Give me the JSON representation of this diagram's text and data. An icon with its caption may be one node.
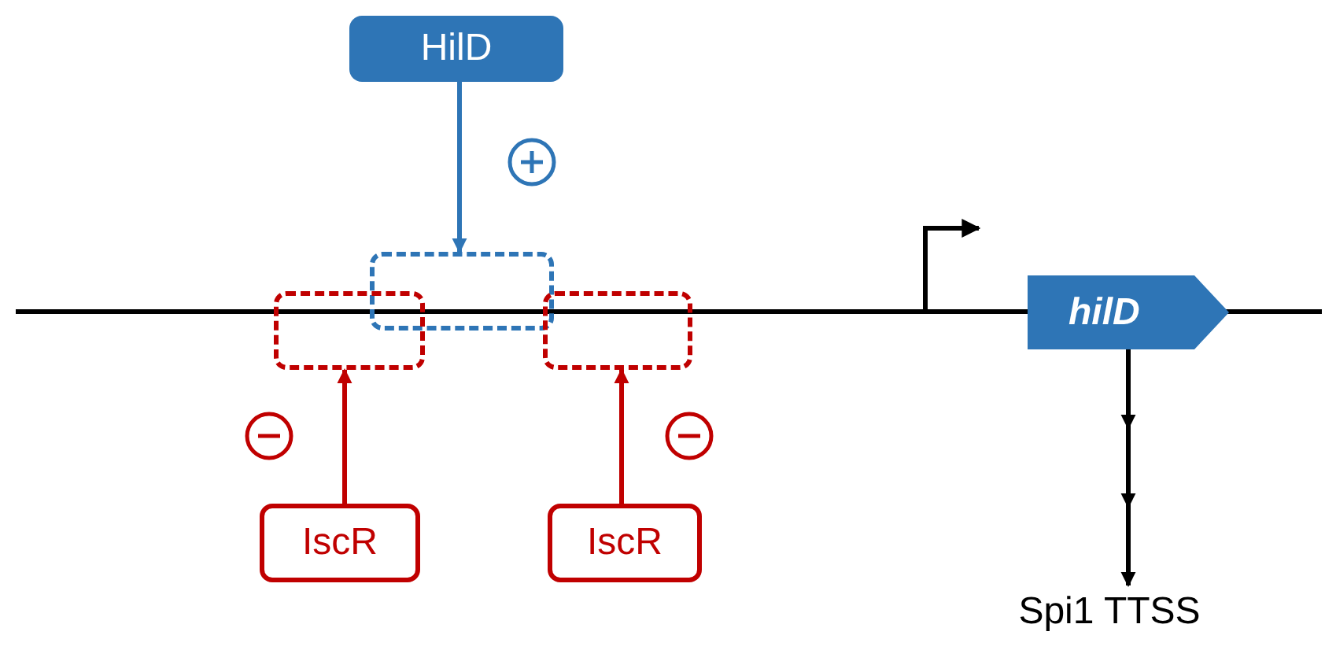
{
  "diagram": {
    "nodes": [
      {
        "text": [
          "HilD"
        ]
      },
      {
        "text": [],
        "shape": "box"
      },
      {
        "text": [],
        "shape": "box"
      },
      {
        "text": [],
        "shape": "box"
      },
      {
        "text": [
          "IscR"
        ]
      },
      {
        "text": [
          "IscR"
        ]
      },
      {
        "text": [
          "hilD"
        ]
      },
      {
        "text": [
          "Spi1 TTSS"
        ]
      }
    ],
    "edges": [
      {
        "from": 0,
        "to": 1,
        "arrow": "to",
        "color": "#2e75b6"
      },
      {
        "from": 4,
        "to": 2,
        "arrow": "to",
        "color": "#c00000"
      },
      {
        "from": 5,
        "to": 3,
        "arrow": "to",
        "color": "#c00000"
      },
      {
        "from": 6,
        "to": 7,
        "arrow": "to",
        "color": "#000000"
      }
    ]
  }
}
